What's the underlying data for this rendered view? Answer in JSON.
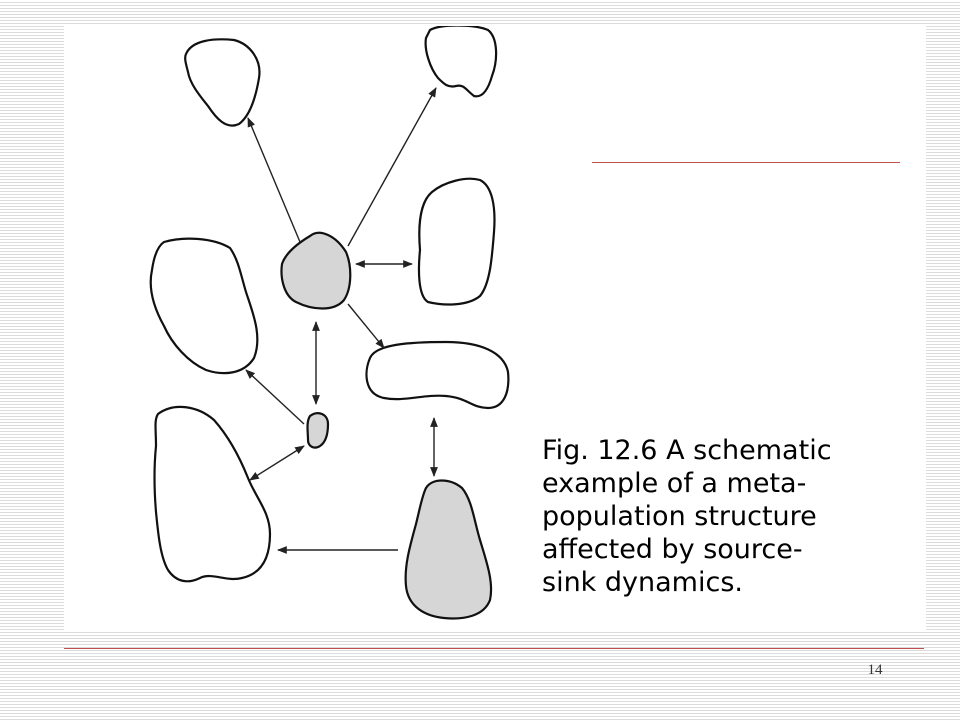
{
  "caption": {
    "line1": "Fig. 12.6 A schematic",
    "line2": "example of a meta-",
    "line3": "population structure",
    "line4": "affected by source-",
    "line5": "sink dynamics."
  },
  "page_number": "14",
  "colors": {
    "rule": "#c0504d",
    "source_patch_fill": "#d6d6d6",
    "sink_patch_fill": "#ffffff"
  }
}
